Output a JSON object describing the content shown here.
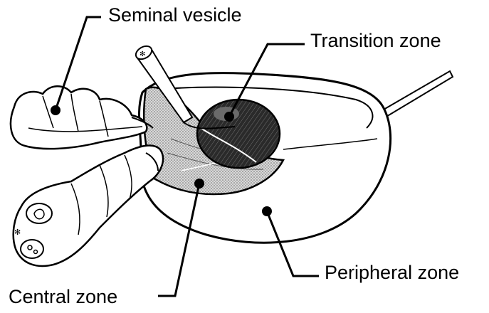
{
  "labels": {
    "seminal_vesicle": "Seminal vesicle",
    "transition_zone": "Transition zone",
    "peripheral_zone": "Peripheral zone",
    "central_zone": "Central zone"
  },
  "colors": {
    "ink": "#000000",
    "central_zone_fill": "#c8c8c8",
    "transition_zone_fill": "#3a3a3a",
    "background": "#ffffff"
  }
}
